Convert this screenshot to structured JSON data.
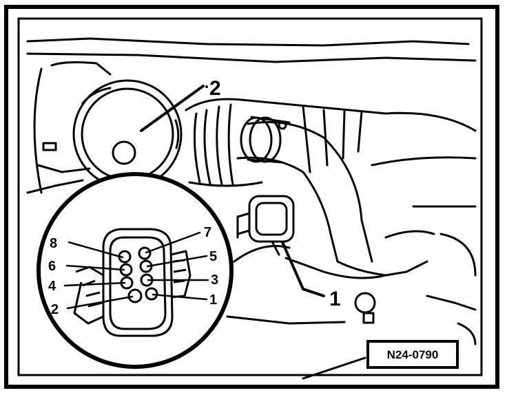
{
  "figure": {
    "callouts": [
      "2",
      "1"
    ],
    "pins": [
      "8",
      "7",
      "6",
      "5",
      "4",
      "3",
      "2",
      "1"
    ],
    "reference": "N24-0790"
  },
  "colors": {
    "ink": "#000000",
    "paper": "#ffffff"
  }
}
